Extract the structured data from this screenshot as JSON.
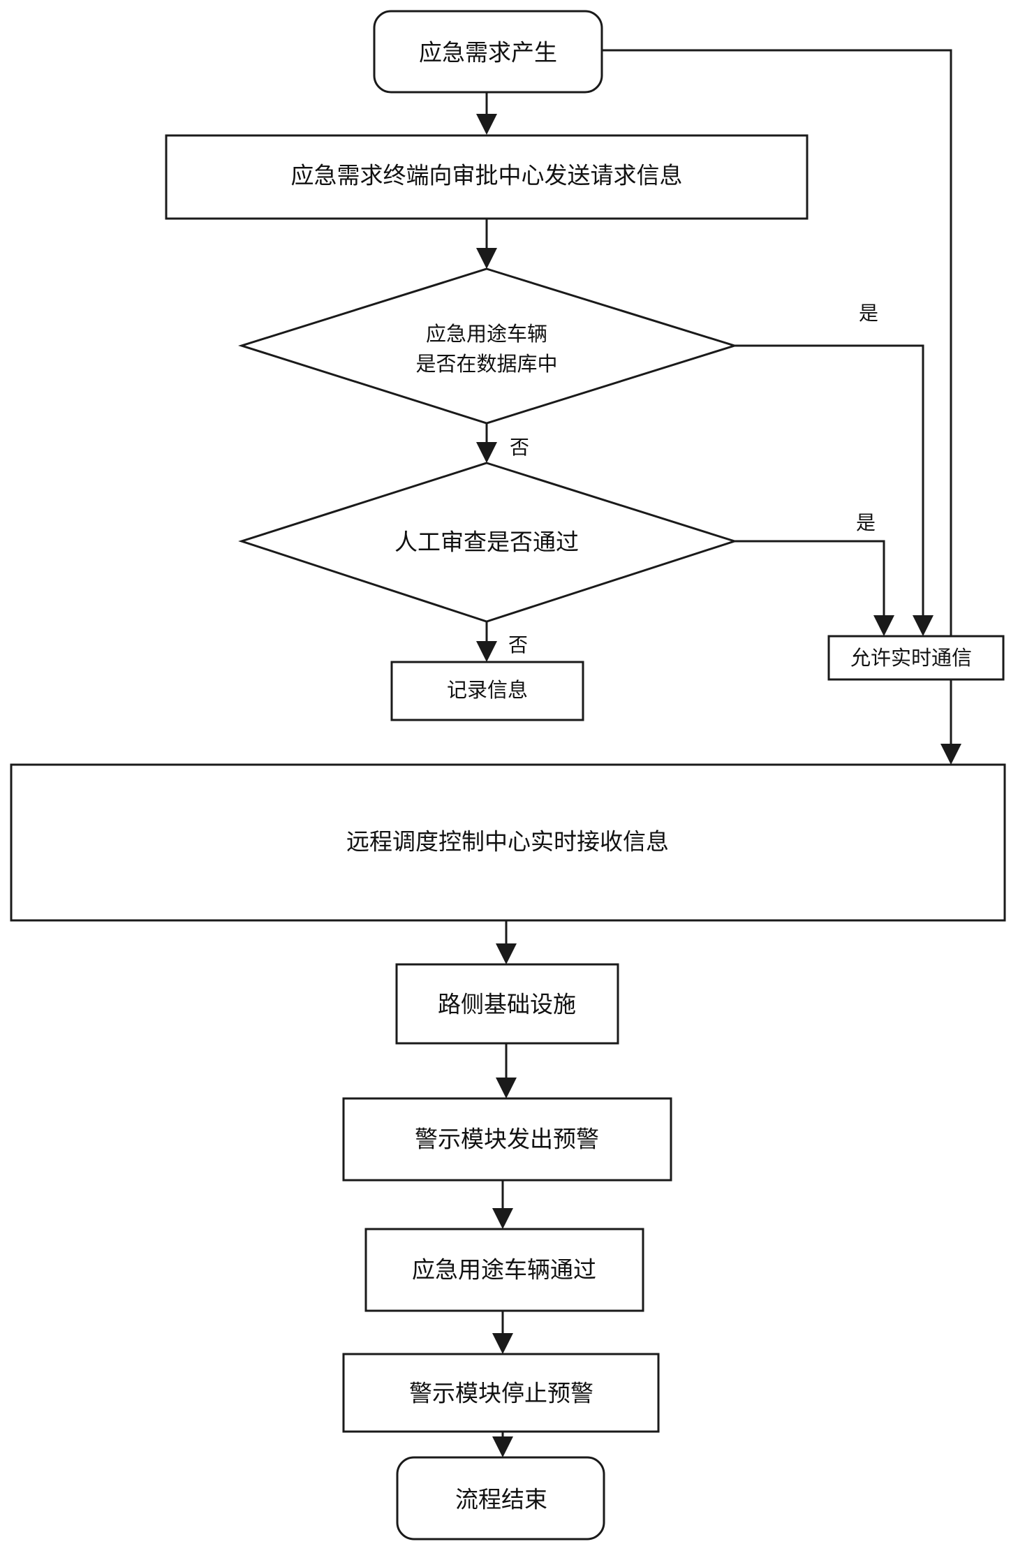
{
  "nodes": {
    "start": "应急需求产生",
    "send_request": "应急需求终端向审批中心发送请求信息",
    "decision_db_line1": "应急用途车辆",
    "decision_db_line2": "是否在数据库中",
    "decision_manual": "人工审查是否通过",
    "record_info": "记录信息",
    "allow_comm": "允许实时通信",
    "remote_center": "远程调度控制中心实时接收信息",
    "roadside": "路侧基础设施",
    "warning_start": "警示模块发出预警",
    "vehicle_pass": "应急用途车辆通过",
    "warning_stop": "警示模块停止预警",
    "end": "流程结束"
  },
  "edges": {
    "db_yes": "是",
    "db_no": "否",
    "manual_yes": "是",
    "manual_no": "否"
  }
}
